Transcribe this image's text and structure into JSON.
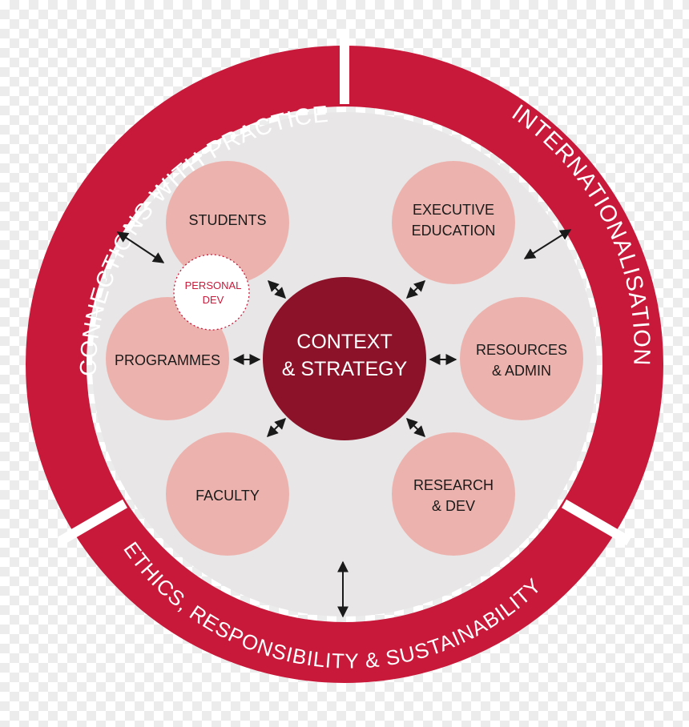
{
  "colors": {
    "ring": "#c8193a",
    "inner_disc": "#e8e6e7",
    "node_fill": "#ecb3ae",
    "center_fill": "#8b1228",
    "separator": "#ffffff",
    "arrow": "#1a1a1a"
  },
  "ring_labels": {
    "connections": "CONNECTIONS WITH PRACTICE",
    "internationalisation": "INTERNATIONALISATION",
    "ethics": "ETHICS, RESPONSIBILITY & SUSTAINABILITY"
  },
  "center": {
    "line1": "CONTEXT",
    "line2": "& STRATEGY"
  },
  "nodes": {
    "students": "STUDENTS",
    "executive_line1": "EXECUTIVE",
    "executive_line2": "EDUCATION",
    "programmes": "PROGRAMMES",
    "resources_line1": "RESOURCES",
    "resources_line2": "& ADMIN",
    "faculty": "FACULTY",
    "research_line1": "RESEARCH",
    "research_line2": "& DEV"
  },
  "personal_dev": {
    "line1": "PERSONAL",
    "line2": "DEV"
  },
  "arrows": {
    "style": "double-headed"
  }
}
